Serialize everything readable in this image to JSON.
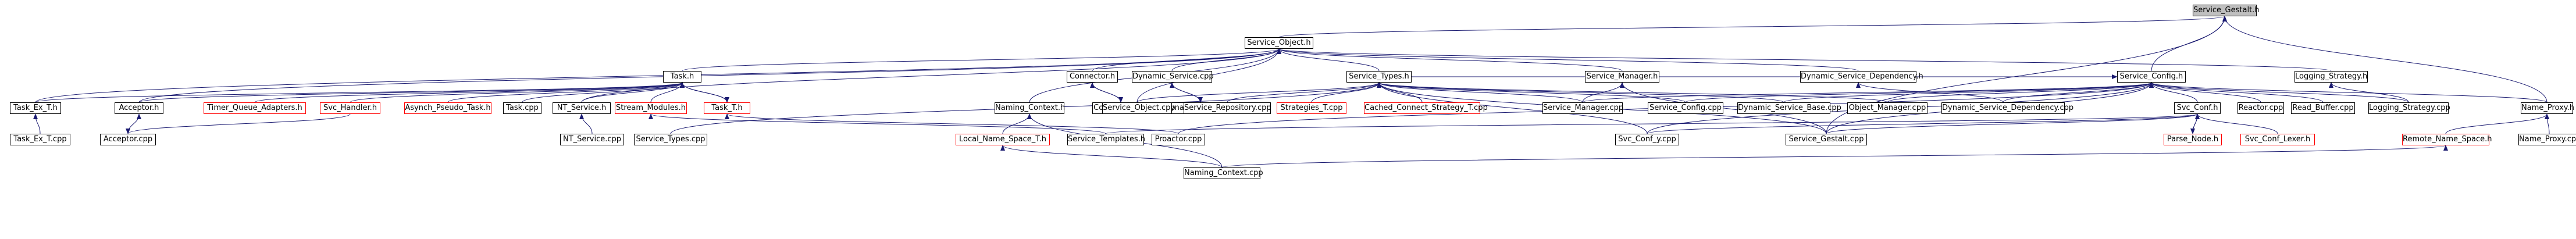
{
  "graph": {
    "colors": {
      "edge": "#191970",
      "node_border": "#000000",
      "missing_border": "#ff0000",
      "current_fill": "#bfbfbf"
    },
    "nodes": [
      {
        "id": "service_gestalt_h",
        "label": "Service_Gestalt.h",
        "style": "current"
      },
      {
        "id": "service_object_h",
        "label": "Service_Object.h",
        "style": "normal"
      },
      {
        "id": "service_config_h",
        "label": "Service_Config.h",
        "style": "normal"
      },
      {
        "id": "task_h",
        "label": "Task.h",
        "style": "normal"
      },
      {
        "id": "connector_h",
        "label": "Connector.h",
        "style": "normal"
      },
      {
        "id": "dynamic_service_cpp",
        "label": "Dynamic_Service.cpp",
        "style": "normal"
      },
      {
        "id": "service_types_h",
        "label": "Service_Types.h",
        "style": "normal"
      },
      {
        "id": "service_manager_h",
        "label": "Service_Manager.h",
        "style": "normal"
      },
      {
        "id": "dynamic_service_dependency_h",
        "label": "Dynamic_Service_Dependency.h",
        "style": "normal"
      },
      {
        "id": "logging_strategy_h",
        "label": "Logging_Strategy.h",
        "style": "normal"
      },
      {
        "id": "task_ex_t_h",
        "label": "Task_Ex_T.h",
        "style": "normal"
      },
      {
        "id": "acceptor_h",
        "label": "Acceptor.h",
        "style": "normal"
      },
      {
        "id": "timer_queue_adapters_h",
        "label": "Timer_Queue_Adapters.h",
        "style": "missing"
      },
      {
        "id": "svc_handler_h",
        "label": "Svc_Handler.h",
        "style": "missing"
      },
      {
        "id": "asynch_pseudo_task_h",
        "label": "Asynch_Pseudo_Task.h",
        "style": "missing"
      },
      {
        "id": "task_cpp",
        "label": "Task.cpp",
        "style": "normal"
      },
      {
        "id": "nt_service_h",
        "label": "NT_Service.h",
        "style": "normal"
      },
      {
        "id": "stream_modules_h",
        "label": "Stream_Modules.h",
        "style": "missing"
      },
      {
        "id": "task_t_h",
        "label": "Task_T.h",
        "style": "missing"
      },
      {
        "id": "connector_cpp",
        "label": "Connector.cpp",
        "style": "normal"
      },
      {
        "id": "dynamic_service_h",
        "label": "Dynamic_Service.h",
        "style": "normal"
      },
      {
        "id": "naming_context_h",
        "label": "Naming_Context.h",
        "style": "normal"
      },
      {
        "id": "service_object_cpp",
        "label": "Service_Object.cpp",
        "style": "normal"
      },
      {
        "id": "service_repository_cpp",
        "label": "Service_Repository.cpp",
        "style": "normal"
      },
      {
        "id": "strategies_t_cpp",
        "label": "Strategies_T.cpp",
        "style": "missing"
      },
      {
        "id": "cached_connect_strategy_t_cpp",
        "label": "Cached_Connect_Strategy_T.cpp",
        "style": "missing"
      },
      {
        "id": "service_manager_cpp",
        "label": "Service_Manager.cpp",
        "style": "normal"
      },
      {
        "id": "service_config_cpp",
        "label": "Service_Config.cpp",
        "style": "normal"
      },
      {
        "id": "dynamic_service_base_cpp",
        "label": "Dynamic_Service_Base.cpp",
        "style": "normal"
      },
      {
        "id": "object_manager_cpp",
        "label": "Object_Manager.cpp",
        "style": "normal"
      },
      {
        "id": "dynamic_service_dependency_cpp",
        "label": "Dynamic_Service_Dependency.cpp",
        "style": "normal"
      },
      {
        "id": "svc_conf_h",
        "label": "Svc_Conf.h",
        "style": "normal"
      },
      {
        "id": "reactor_cpp",
        "label": "Reactor.cpp",
        "style": "normal"
      },
      {
        "id": "read_buffer_cpp",
        "label": "Read_Buffer.cpp",
        "style": "normal"
      },
      {
        "id": "logging_strategy_cpp",
        "label": "Logging_Strategy.cpp",
        "style": "normal"
      },
      {
        "id": "name_proxy_h",
        "label": "Name_Proxy.h",
        "style": "normal"
      },
      {
        "id": "task_ex_t_cpp",
        "label": "Task_Ex_T.cpp",
        "style": "normal"
      },
      {
        "id": "acceptor_cpp",
        "label": "Acceptor.cpp",
        "style": "normal"
      },
      {
        "id": "nt_service_cpp",
        "label": "NT_Service.cpp",
        "style": "normal"
      },
      {
        "id": "service_types_cpp",
        "label": "Service_Types.cpp",
        "style": "normal"
      },
      {
        "id": "local_name_space_t_h",
        "label": "Local_Name_Space_T.h",
        "style": "missing"
      },
      {
        "id": "service_templates_h",
        "label": "Service_Templates.h",
        "style": "normal"
      },
      {
        "id": "proactor_cpp",
        "label": "Proactor.cpp",
        "style": "normal"
      },
      {
        "id": "svc_conf_y_cpp",
        "label": "Svc_Conf_y.cpp",
        "style": "normal"
      },
      {
        "id": "service_gestalt_cpp",
        "label": "Service_Gestalt.cpp",
        "style": "normal"
      },
      {
        "id": "parse_node_h",
        "label": "Parse_Node.h",
        "style": "missing"
      },
      {
        "id": "svc_conf_lexer_h",
        "label": "Svc_Conf_Lexer.h",
        "style": "missing"
      },
      {
        "id": "remote_name_space_h",
        "label": "Remote_Name_Space.h",
        "style": "missing"
      },
      {
        "id": "name_proxy_cpp",
        "label": "Name_Proxy.cpp",
        "style": "normal"
      },
      {
        "id": "naming_context_cpp",
        "label": "Naming_Context.cpp",
        "style": "normal"
      }
    ],
    "edges": [
      [
        "service_object_h",
        "service_gestalt_h"
      ],
      [
        "service_config_h",
        "service_gestalt_h"
      ],
      [
        "name_proxy_h",
        "service_gestalt_h"
      ],
      [
        "service_gestalt_cpp",
        "service_gestalt_h"
      ],
      [
        "task_h",
        "service_object_h"
      ],
      [
        "connector_h",
        "service_object_h"
      ],
      [
        "dynamic_service_cpp",
        "service_object_h"
      ],
      [
        "service_types_h",
        "service_object_h"
      ],
      [
        "service_manager_h",
        "service_object_h"
      ],
      [
        "dynamic_service_dependency_h",
        "service_object_h"
      ],
      [
        "logging_strategy_h",
        "service_object_h"
      ],
      [
        "task_ex_t_h",
        "service_object_h"
      ],
      [
        "acceptor_h",
        "service_object_h"
      ],
      [
        "nt_service_h",
        "service_object_h"
      ],
      [
        "naming_context_h",
        "service_object_h"
      ],
      [
        "service_object_cpp",
        "service_object_h"
      ],
      [
        "service_types_h",
        "service_config_h"
      ],
      [
        "service_manager_cpp",
        "service_config_h"
      ],
      [
        "service_config_cpp",
        "service_config_h"
      ],
      [
        "dynamic_service_base_cpp",
        "service_config_h"
      ],
      [
        "object_manager_cpp",
        "service_config_h"
      ],
      [
        "dynamic_service_dependency_cpp",
        "service_config_h"
      ],
      [
        "svc_conf_h",
        "service_config_h"
      ],
      [
        "reactor_cpp",
        "service_config_h"
      ],
      [
        "read_buffer_cpp",
        "service_config_h"
      ],
      [
        "logging_strategy_cpp",
        "service_config_h"
      ],
      [
        "name_proxy_h",
        "service_config_h"
      ],
      [
        "service_gestalt_cpp",
        "service_config_h"
      ],
      [
        "svc_conf_y_cpp",
        "service_config_h"
      ],
      [
        "proactor_cpp",
        "service_config_h"
      ],
      [
        "task_ex_t_h",
        "task_h"
      ],
      [
        "acceptor_h",
        "task_h"
      ],
      [
        "timer_queue_adapters_h",
        "task_h"
      ],
      [
        "svc_handler_h",
        "task_h"
      ],
      [
        "asynch_pseudo_task_h",
        "task_h"
      ],
      [
        "task_cpp",
        "task_h"
      ],
      [
        "nt_service_h",
        "task_h"
      ],
      [
        "stream_modules_h",
        "task_h"
      ],
      [
        "task_t_h",
        "task_h"
      ],
      [
        "task_h",
        "task_t_h"
      ],
      [
        "connector_cpp",
        "connector_h"
      ],
      [
        "connector_h",
        "connector_cpp"
      ],
      [
        "dynamic_service_h",
        "dynamic_service_cpp"
      ],
      [
        "dynamic_service_cpp",
        "dynamic_service_h"
      ],
      [
        "service_object_cpp",
        "service_types_h"
      ],
      [
        "service_repository_cpp",
        "service_types_h"
      ],
      [
        "strategies_t_cpp",
        "service_types_h"
      ],
      [
        "cached_connect_strategy_t_cpp",
        "service_types_h"
      ],
      [
        "service_manager_cpp",
        "service_types_h"
      ],
      [
        "service_config_cpp",
        "service_types_h"
      ],
      [
        "dynamic_service_base_cpp",
        "service_types_h"
      ],
      [
        "object_manager_cpp",
        "service_types_h"
      ],
      [
        "service_gestalt_cpp",
        "service_types_h"
      ],
      [
        "svc_conf_y_cpp",
        "service_types_h"
      ],
      [
        "service_types_cpp",
        "service_types_h"
      ],
      [
        "service_manager_cpp",
        "service_manager_h"
      ],
      [
        "service_gestalt_cpp",
        "service_manager_h"
      ],
      [
        "dynamic_service_dependency_cpp",
        "dynamic_service_dependency_h"
      ],
      [
        "logging_strategy_cpp",
        "logging_strategy_h"
      ],
      [
        "task_ex_t_cpp",
        "task_ex_t_h"
      ],
      [
        "acceptor_cpp",
        "acceptor_h"
      ],
      [
        "svc_handler_h",
        "acceptor_cpp"
      ],
      [
        "nt_service_cpp",
        "nt_service_h"
      ],
      [
        "service_templates_h",
        "stream_modules_h"
      ],
      [
        "proactor_cpp",
        "task_t_h"
      ],
      [
        "local_name_space_t_h",
        "naming_context_h"
      ],
      [
        "naming_context_cpp",
        "naming_context_h"
      ],
      [
        "naming_context_cpp",
        "local_name_space_t_h"
      ],
      [
        "svc_conf_y_cpp",
        "svc_conf_h"
      ],
      [
        "service_gestalt_cpp",
        "svc_conf_h"
      ],
      [
        "parse_node_h",
        "svc_conf_h"
      ],
      [
        "svc_conf_h",
        "parse_node_h"
      ],
      [
        "svc_conf_lexer_h",
        "svc_conf_h"
      ],
      [
        "service_templates_h",
        "svc_conf_h"
      ],
      [
        "remote_name_space_h",
        "name_proxy_h"
      ],
      [
        "name_proxy_cpp",
        "name_proxy_h"
      ],
      [
        "naming_context_cpp",
        "remote_name_space_h"
      ]
    ]
  }
}
